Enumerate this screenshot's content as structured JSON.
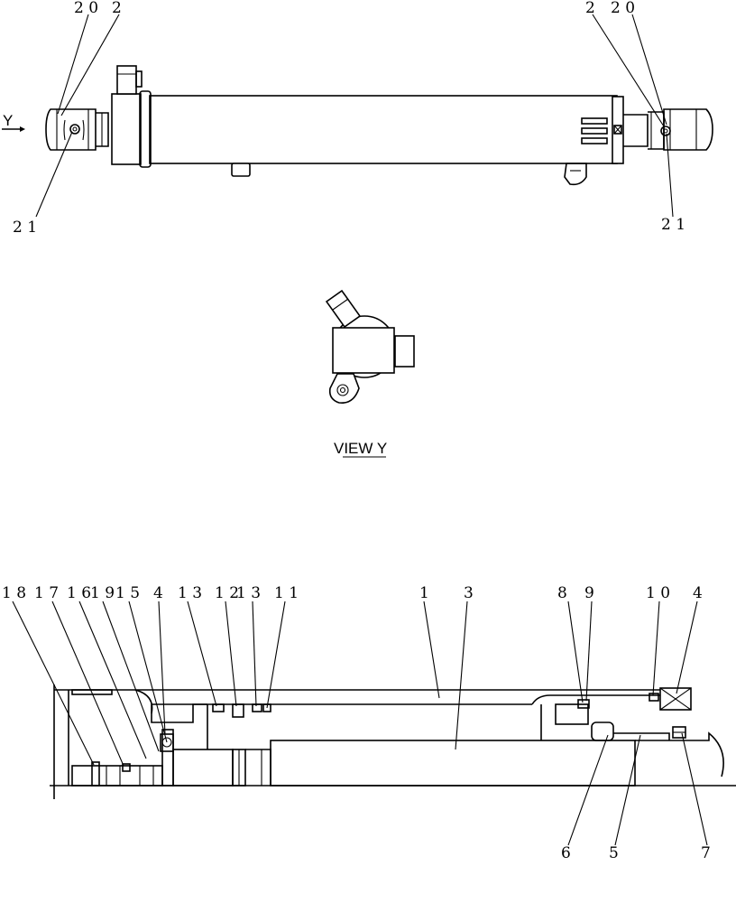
{
  "top_view": {
    "callouts_left": [
      "2 0",
      "2",
      "2 1"
    ],
    "callouts_right": [
      "2",
      "2 0",
      "2 1"
    ],
    "view_arrow_label": "Y"
  },
  "end_view": {
    "caption": "VIEW  Y"
  },
  "section_view": {
    "callouts_top": [
      "1 8",
      "1 7",
      "1 6",
      "1 9",
      "1 5",
      "4",
      "1 3",
      "1 2",
      "1 3",
      "1 1",
      "1",
      "3",
      "8",
      "9",
      "1 0",
      "4"
    ],
    "callouts_bottom": [
      "6",
      "5",
      "7"
    ]
  }
}
